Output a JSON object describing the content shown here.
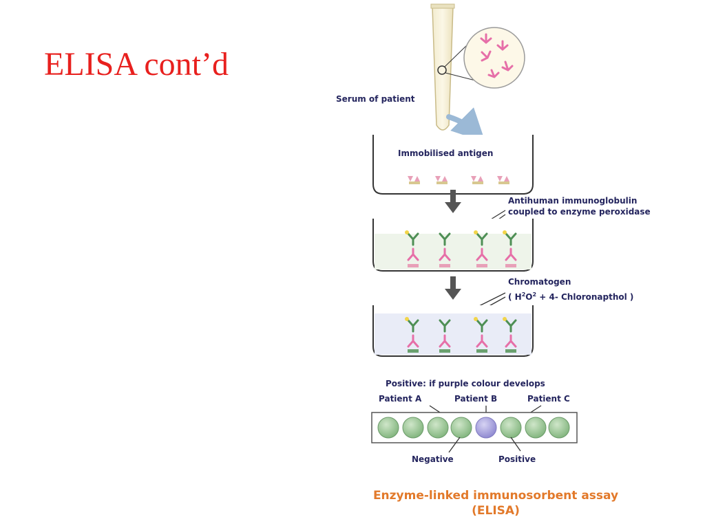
{
  "slide": {
    "title": "ELISA cont’d"
  },
  "diagram": {
    "labels": {
      "serum": "Serum of patient",
      "immobilised": "Immobilised antigen",
      "antihuman_line1": "Antihuman immunoglobulin",
      "antihuman_line2": "coupled to enzyme peroxidase",
      "chromatogen_line1": "Chromatogen",
      "chromatogen_line2_prefix": "( H",
      "chromatogen_sup1": "2",
      "chromatogen_mid": "O",
      "chromatogen_sup2": "2",
      "chromatogen_suffix": " + 4- Chloronapthol )",
      "positive_rule": "Positive: if purple colour develops",
      "patient_a": "Patient A",
      "patient_b": "Patient B",
      "patient_c": "Patient C",
      "negative": "Negative",
      "positive": "Positive"
    },
    "caption": {
      "line1": "Enzyme-linked immunosorbent assay",
      "line2": "(ELISA)"
    },
    "colors": {
      "title": "#e8201e",
      "label": "#24255e",
      "caption": "#e2792a",
      "well_green": "#8fc08a",
      "well_purple": "#9a95d6",
      "antibody_pink": "#e66fa8",
      "antibody_green": "#4e8f55",
      "enzyme_yellow": "#f2d54a"
    },
    "wells": [
      "green",
      "green",
      "green",
      "green",
      "purple",
      "green",
      "green",
      "green"
    ]
  }
}
